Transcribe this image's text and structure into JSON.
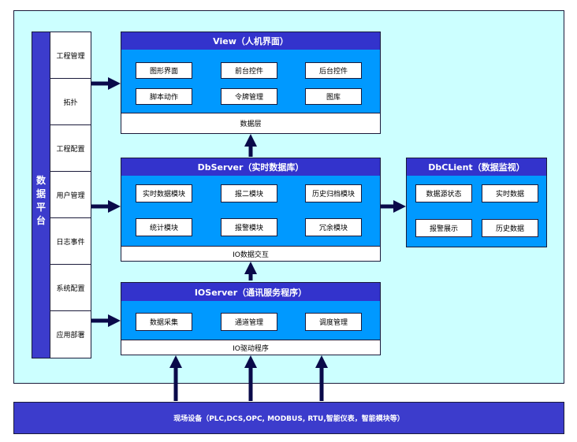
{
  "platform": {
    "nav_label": "数据平台",
    "menu_items": [
      "工程管理",
      "拓扑",
      "工程配置",
      "用户管理",
      "日志事件",
      "系统配置",
      "应用部署"
    ]
  },
  "view": {
    "title": "View（人机界面）",
    "modules": [
      "图形界面",
      "前台控件",
      "后台控件",
      "脚本动作",
      "令牌管理",
      "图库"
    ],
    "footer": "数据层"
  },
  "dbserver": {
    "title": "DbServer（实时数据库）",
    "modules": [
      "实时数据模块",
      "报二模块",
      "历史归档模块",
      "统计模块",
      "报警模块",
      "冗余模块"
    ],
    "footer": "IO数据交互"
  },
  "ioserver": {
    "title": "IOServer（通讯服务程序）",
    "modules": [
      "数据采集",
      "通道管理",
      "调度管理"
    ],
    "footer": "IO驱动程序"
  },
  "dbclient": {
    "title": "DbCLient（数据监视）",
    "modules": [
      "数据源状态",
      "实时数据",
      "报警展示",
      "历史数据"
    ]
  },
  "devices": {
    "label": "现场设备（PLC,DCS,OPC, MODBUS, RTU,智能仪表，智能模块等）"
  },
  "colors": {
    "platform_bg": "#ccffff",
    "block_bg": "#0099ff",
    "title_bg": "#3333cc",
    "nav_bg": "#3c3ccc",
    "arrow": "#0a0a4a"
  }
}
